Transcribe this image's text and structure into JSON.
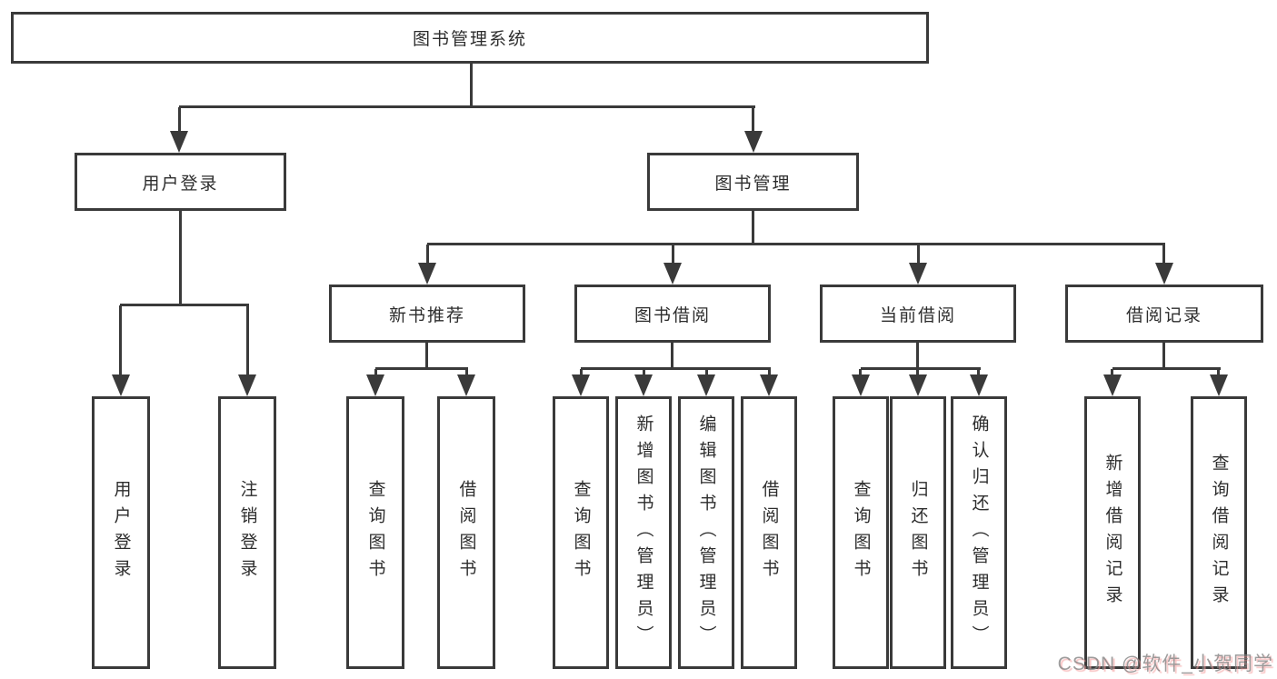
{
  "tree": {
    "root": "图书管理系统",
    "branches": [
      {
        "label": "用户登录",
        "children": [
          "用户登录",
          "注销登录"
        ]
      },
      {
        "label": "图书管理",
        "sections": [
          {
            "label": "新书推荐",
            "children": [
              "查询图书",
              "借阅图书"
            ]
          },
          {
            "label": "图书借阅",
            "children": [
              "查询图书",
              "新增图书（管理员）",
              "编辑图书（管理员）",
              "借阅图书"
            ]
          },
          {
            "label": "当前借阅",
            "children": [
              "查询图书",
              "归还图书",
              "确认归还（管理员）"
            ]
          },
          {
            "label": "借阅记录",
            "children": [
              "新增借阅记录",
              "查询借阅记录"
            ]
          }
        ]
      }
    ]
  },
  "watermark": {
    "text": "CSDN @软件_小贺同学"
  },
  "colors": {
    "line": "#3a3a3a",
    "text": "#2d2d2d",
    "background": "#ffffff",
    "watermark_gray": "#828282",
    "watermark_pink": "#f4a2a2"
  }
}
